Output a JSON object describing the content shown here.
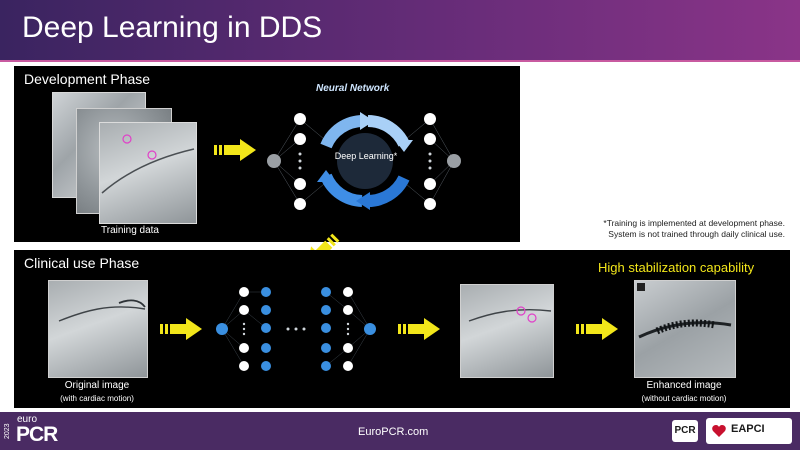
{
  "header": {
    "title": "Deep Learning in DDS"
  },
  "development": {
    "label": "Development Phase",
    "training_caption": "Training data",
    "network_title": "Neural Network",
    "network_center": "Deep Learning*"
  },
  "footnote": {
    "line1": "*Training is implemented at development phase.",
    "line2": "System is not trained through daily clinical use."
  },
  "clinical": {
    "label": "Clinical use Phase",
    "highlight": "High stabilization capability",
    "original_caption": "Original image",
    "original_sub": "(with cardiac motion)",
    "enhanced_caption": "Enhanced image",
    "enhanced_sub": "(without cardiac motion)"
  },
  "footer": {
    "brand_year": "2023",
    "brand_top": "euro",
    "brand_main": "PCR",
    "url": "EuroPCR.com",
    "logo_pcr": "PCR",
    "logo_eapci": "EAPCI"
  },
  "colors": {
    "arrow": "#f2e61a",
    "accent": "#6a2d7a",
    "node_blue": "#3a8fe0"
  }
}
